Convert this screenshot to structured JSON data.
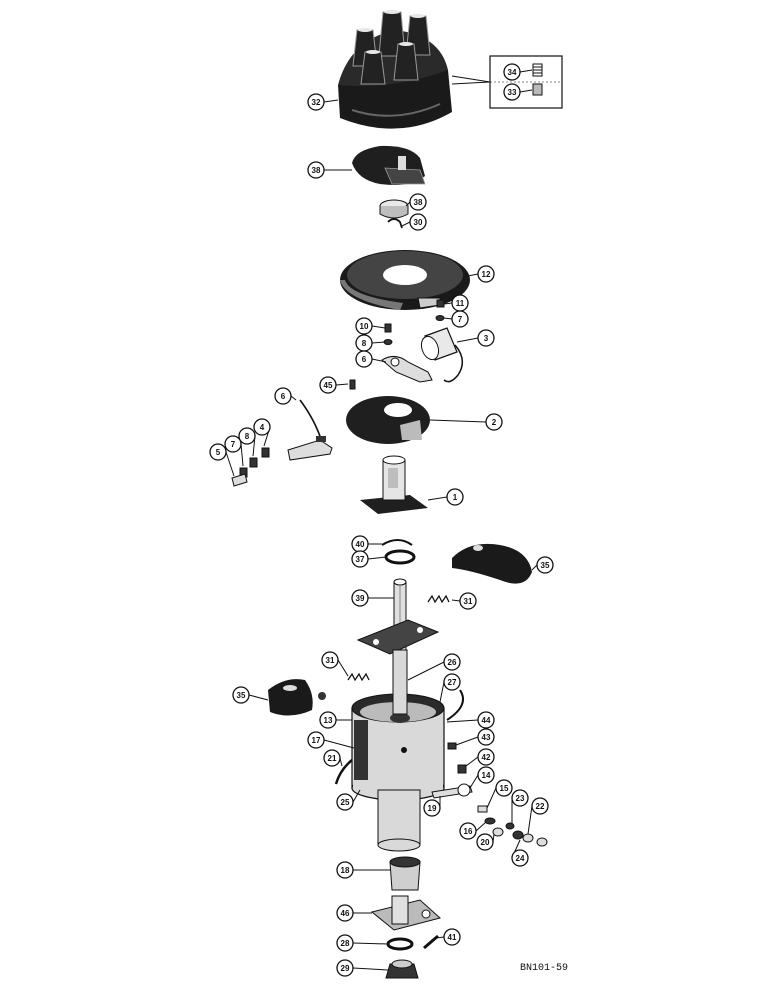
{
  "figure_ref": "BN101-59",
  "colors": {
    "ink": "#111111",
    "dark": "#1a1a1a",
    "mid": "#555555",
    "light": "#cfcfcf",
    "paper": "#ffffff"
  },
  "callouts": [
    {
      "id": "c34",
      "text": "34"
    },
    {
      "id": "c33",
      "text": "33"
    },
    {
      "id": "c32",
      "text": "32"
    },
    {
      "id": "c38a",
      "text": "38"
    },
    {
      "id": "c38b",
      "text": "38"
    },
    {
      "id": "c30",
      "text": "30"
    },
    {
      "id": "c12",
      "text": "12"
    },
    {
      "id": "c11",
      "text": "11"
    },
    {
      "id": "c7a",
      "text": "7"
    },
    {
      "id": "c10",
      "text": "10"
    },
    {
      "id": "c8a",
      "text": "8"
    },
    {
      "id": "c3",
      "text": "3"
    },
    {
      "id": "c6a",
      "text": "6"
    },
    {
      "id": "c45",
      "text": "45"
    },
    {
      "id": "c6b",
      "text": "6"
    },
    {
      "id": "c2",
      "text": "2"
    },
    {
      "id": "c4",
      "text": "4"
    },
    {
      "id": "c8b",
      "text": "8"
    },
    {
      "id": "c7b",
      "text": "7"
    },
    {
      "id": "c5",
      "text": "5"
    },
    {
      "id": "c1",
      "text": "1"
    },
    {
      "id": "c40",
      "text": "40"
    },
    {
      "id": "c37",
      "text": "37"
    },
    {
      "id": "c35a",
      "text": "35"
    },
    {
      "id": "c39",
      "text": "39"
    },
    {
      "id": "c31a",
      "text": "31"
    },
    {
      "id": "c31b",
      "text": "31"
    },
    {
      "id": "c26",
      "text": "26"
    },
    {
      "id": "c27",
      "text": "27"
    },
    {
      "id": "c35b",
      "text": "35"
    },
    {
      "id": "c13",
      "text": "13"
    },
    {
      "id": "c44",
      "text": "44"
    },
    {
      "id": "c17",
      "text": "17"
    },
    {
      "id": "c43",
      "text": "43"
    },
    {
      "id": "c21",
      "text": "21"
    },
    {
      "id": "c42",
      "text": "42"
    },
    {
      "id": "c14",
      "text": "14"
    },
    {
      "id": "c25",
      "text": "25"
    },
    {
      "id": "c15",
      "text": "15"
    },
    {
      "id": "c19",
      "text": "19"
    },
    {
      "id": "c23",
      "text": "23"
    },
    {
      "id": "c22",
      "text": "22"
    },
    {
      "id": "c16",
      "text": "16"
    },
    {
      "id": "c20",
      "text": "20"
    },
    {
      "id": "c24",
      "text": "24"
    },
    {
      "id": "c18",
      "text": "18"
    },
    {
      "id": "c46",
      "text": "46"
    },
    {
      "id": "c28",
      "text": "28"
    },
    {
      "id": "c41",
      "text": "41"
    },
    {
      "id": "c29",
      "text": "29"
    }
  ]
}
